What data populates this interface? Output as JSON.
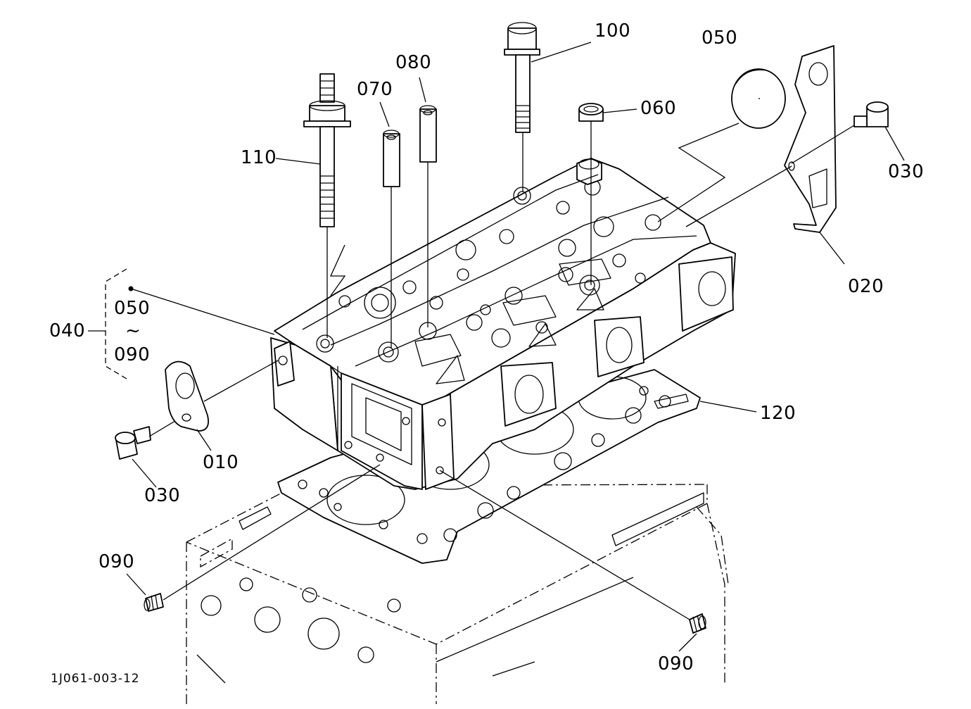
{
  "diagram": {
    "figure_code": "1J061-003-12",
    "callouts": {
      "p010": "010",
      "p020": "020",
      "p030_left": "030",
      "p030_right": "030",
      "p040": "040",
      "p050_top": "050",
      "p050_group": "050",
      "p090_group": "090",
      "range_mark": "~",
      "p060": "060",
      "p070": "070",
      "p080": "080",
      "p090_left": "090",
      "p090_right": "090",
      "p100": "100",
      "p110": "110",
      "p120": "120"
    }
  }
}
